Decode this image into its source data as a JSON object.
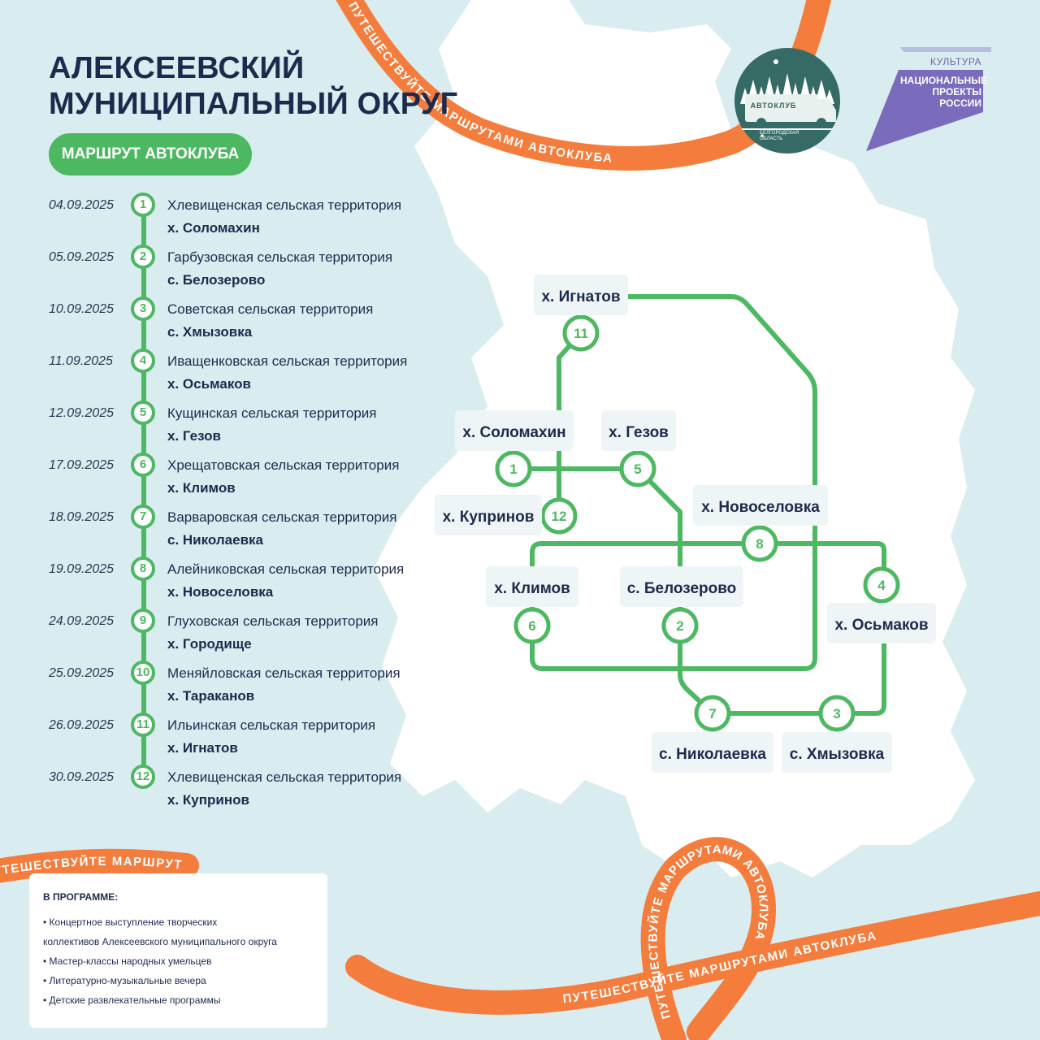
{
  "title": {
    "line1": "АЛЕКСЕЕВСКИЙ",
    "line2": "МУНИЦИПАЛЬНЫЙ ОКРУГ"
  },
  "route_label": "МАРШРУТ АВТОКЛУБА",
  "schedule": [
    {
      "num": "1",
      "date": "04.09.2025",
      "territory": "Хлевищенская сельская территория",
      "village": "х. Соломахин"
    },
    {
      "num": "2",
      "date": "05.09.2025",
      "territory": "Гарбузовская сельская территория",
      "village": "с. Белозерово"
    },
    {
      "num": "3",
      "date": "10.09.2025",
      "territory": "Советская сельская территория",
      "village": "с. Хмызовка"
    },
    {
      "num": "4",
      "date": "11.09.2025",
      "territory": "Иващенковская сельская территория",
      "village": "х. Осьмаков"
    },
    {
      "num": "5",
      "date": "12.09.2025",
      "territory": "Кущинская сельская территория",
      "village": "х. Гезов"
    },
    {
      "num": "6",
      "date": "17.09.2025",
      "territory": "Хрещатовская сельская территория",
      "village": "х. Климов"
    },
    {
      "num": "7",
      "date": "18.09.2025",
      "territory": "Варваровская сельская территория",
      "village": "с. Николаевка"
    },
    {
      "num": "8",
      "date": "19.09.2025",
      "territory": "Алейниковская сельская территория",
      "village": "х. Новоселовка"
    },
    {
      "num": "9",
      "date": "24.09.2025",
      "territory": "Глуховская сельская территория",
      "village": "х. Городище"
    },
    {
      "num": "10",
      "date": "25.09.2025",
      "territory": "Меняйловская сельская территория",
      "village": "х. Тараканов"
    },
    {
      "num": "11",
      "date": "26.09.2025",
      "territory": "Ильинская сельская территория",
      "village": "х. Игнатов"
    },
    {
      "num": "12",
      "date": "30.09.2025",
      "territory": "Хлевищенская сельская территория",
      "village": "х. Купринов"
    }
  ],
  "map_stations": [
    {
      "num": "11",
      "label": "х. Игнатов"
    },
    {
      "num": "1",
      "label": "х. Соломахин"
    },
    {
      "num": "5",
      "label": "х. Гезов"
    },
    {
      "num": "12",
      "label": "х. Купринов"
    },
    {
      "num": "8",
      "label": "х. Новоселовка"
    },
    {
      "num": "6",
      "label": "х. Климов"
    },
    {
      "num": "2",
      "label": "с. Белозерово"
    },
    {
      "num": "4",
      "label": "х. Осьмаков"
    },
    {
      "num": "7",
      "label": "с. Николаевка"
    },
    {
      "num": "3",
      "label": "с. Хмызовка"
    }
  ],
  "program": {
    "heading": "В ПРОГРАММЕ:",
    "items": [
      "• Концертное выступление творческих",
      "коллективов Алексеевского муниципального округа",
      "• Мастер-классы народных умельцев",
      "• Литературно-музыкальные вечера",
      "• Детские развлекательные программы"
    ]
  },
  "ribbon_text": "ПУТЕШЕСТВУЙТЕ МАРШРУТАМИ АВТОКЛУБА",
  "logos": {
    "club_name": "АВТОКЛУБ",
    "club_region_line1": "БЕЛГОРОДСКАЯ",
    "club_region_line2": "ОБЛАСТЬ",
    "np_culture": "КУЛЬТУРА",
    "np_line1": "НАЦИОНАЛЬНЫЕ",
    "np_line2": "ПРОЕКТЫ",
    "np_line3": "РОССИИ"
  },
  "colors": {
    "background": "#d9ecef",
    "map_region": "#ffffff",
    "route_green": "#4db862",
    "ribbon_orange": "#f47c3c",
    "title_navy": "#1c2b4d",
    "np_purple": "#7a6bbd"
  }
}
